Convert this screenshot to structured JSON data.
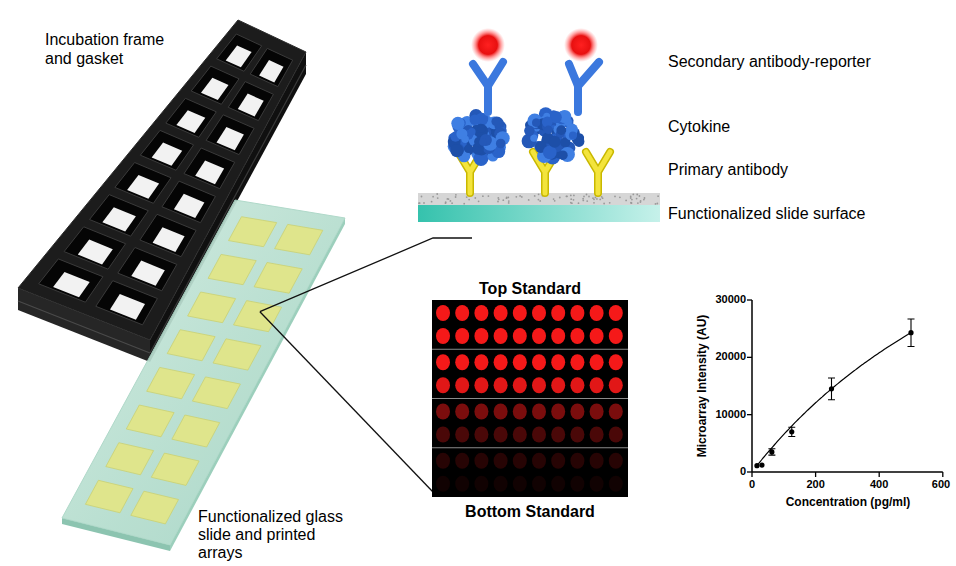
{
  "diagram": {
    "labels": [
      "Incubation frame and gasket",
      "Secondary antibody-reporter",
      "Cytokine",
      "Primary antibody",
      "Functionalized slide surface",
      "Top Standard",
      "30000",
      "20000",
      "10000",
      "0",
      "Microarray Intensity (AU)",
      "0",
      "200",
      "400",
      "600",
      "Concentration (pg/ml)",
      "Bottom Standard",
      "Functionalized glass slide and printed arrays"
    ]
  }
}
